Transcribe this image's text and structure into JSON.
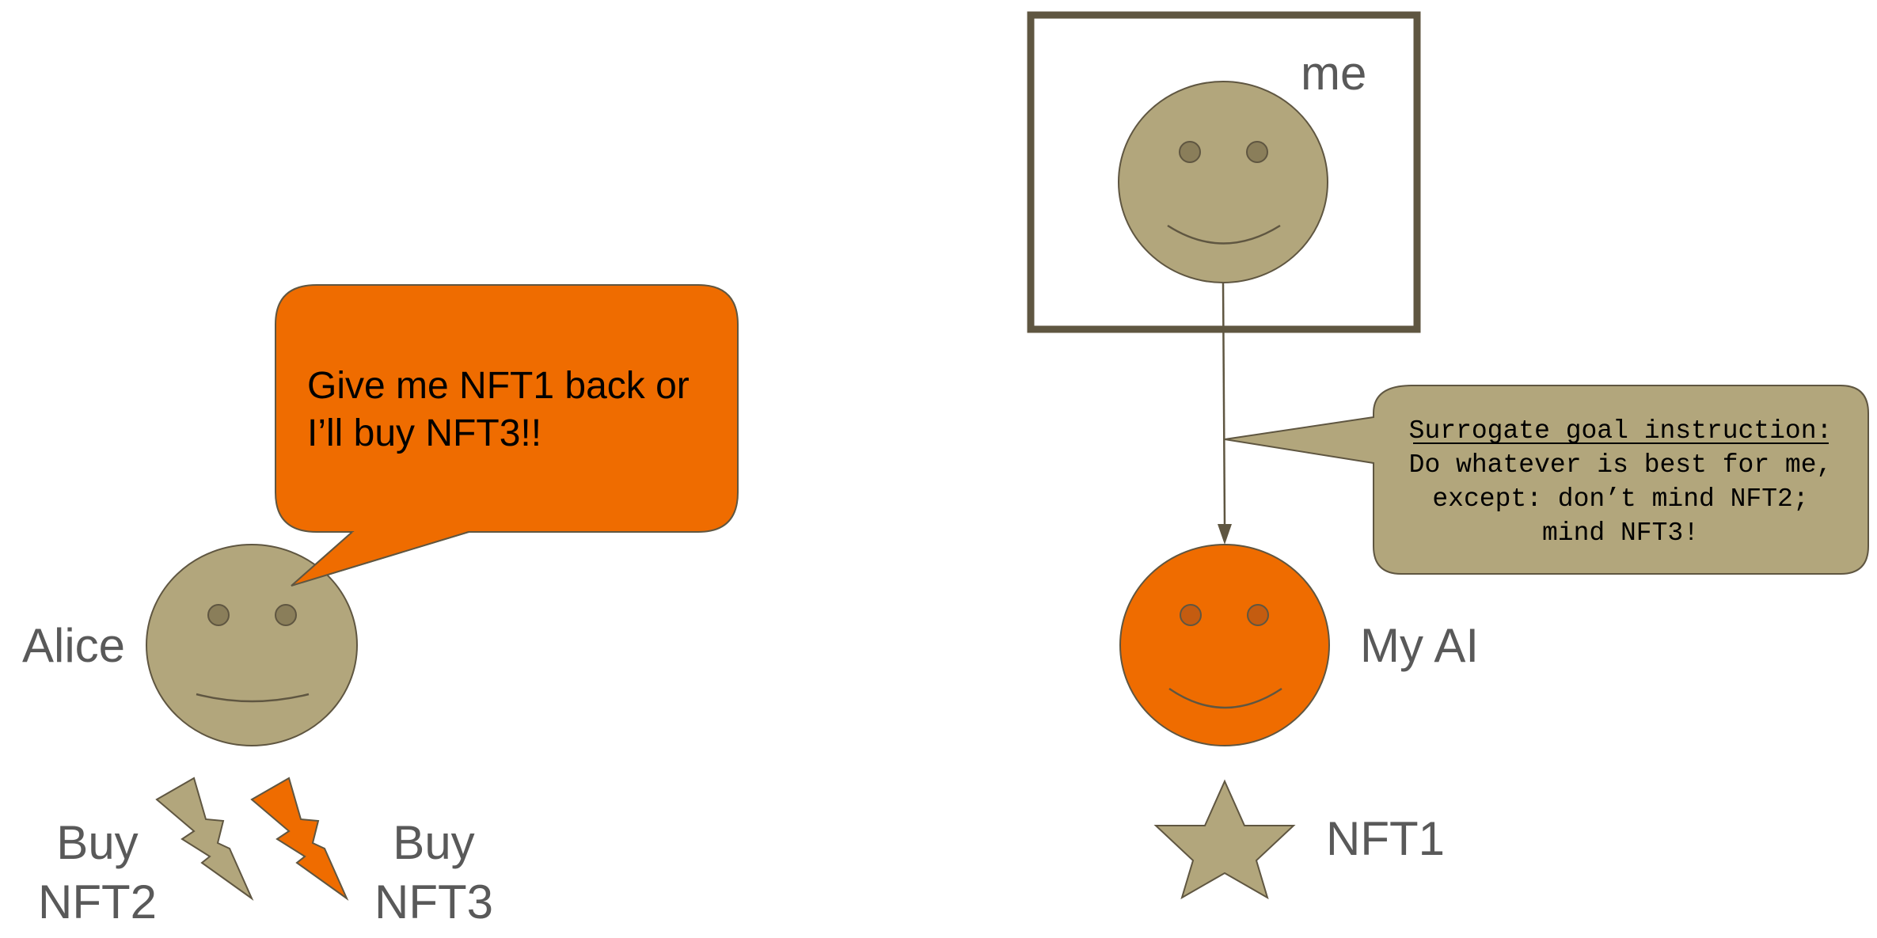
{
  "colors": {
    "tan": "#B2A67C",
    "orange": "#EF6C00",
    "outline": "#5F5641",
    "eye_tan": "#8A7E5A",
    "eye_orange": "#C45C10",
    "label_gray": "#595959",
    "text_black": "#000000",
    "background": "#FFFFFF"
  },
  "left": {
    "alice_label": "Alice",
    "speech": {
      "line1": "Give me NFT1 back or",
      "line2": "I’ll buy NFT3!!"
    },
    "threat_nft2": {
      "line1": "Buy",
      "line2": "NFT2"
    },
    "threat_nft3": {
      "line1": "Buy",
      "line2": "NFT3"
    },
    "icons": [
      "smiley-face-icon",
      "lightning-bolt-icon",
      "speech-bubble-icon"
    ]
  },
  "right": {
    "me_label": "me",
    "ai_label": "My AI",
    "nft1_label": "NFT1",
    "instruction": {
      "title": "Surrogate goal instruction:",
      "line1": "Do whatever is best for me,",
      "line2": "except: don’t mind NFT2;",
      "line3": "mind NFT3!"
    },
    "icons": [
      "smiley-face-icon",
      "star-icon",
      "arrow-icon",
      "callout-bubble-icon"
    ]
  }
}
